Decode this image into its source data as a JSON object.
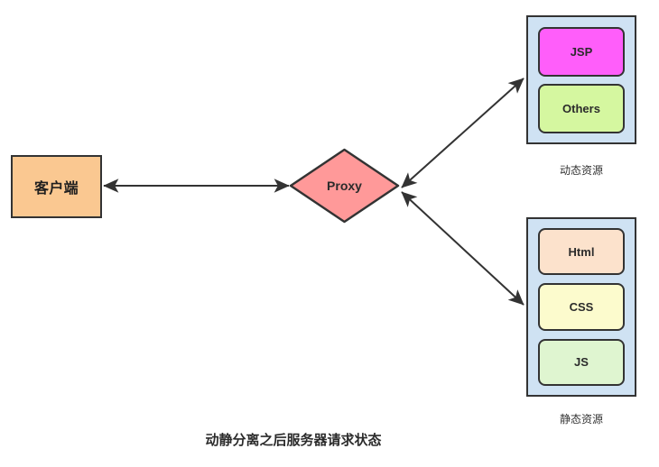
{
  "diagram": {
    "title": "动静分离之后服务器请求状态",
    "background_color": "#ffffff",
    "stroke_color": "#333333"
  },
  "nodes": {
    "client": {
      "label": "客户端",
      "shape": "rectangle",
      "fill": "#fac891"
    },
    "proxy": {
      "label": "Proxy",
      "shape": "diamond",
      "fill": "#ff9999"
    }
  },
  "groups": [
    {
      "id": "dynamic-resources",
      "caption": "动态资源",
      "fill": "#cfe2f3",
      "items": [
        {
          "label": "JSP",
          "fill": "#ff5efa"
        },
        {
          "label": "Others",
          "fill": "#d5f7a0"
        }
      ]
    },
    {
      "id": "static-resources",
      "caption": "静态资源",
      "fill": "#cfe2f3",
      "items": [
        {
          "label": "Html",
          "fill": "#fce2cc"
        },
        {
          "label": "CSS",
          "fill": "#fcfbcd"
        },
        {
          "label": "JS",
          "fill": "#dff5d0"
        }
      ]
    }
  ],
  "connectors": [
    {
      "id": "client-proxy",
      "from": "client",
      "to": "proxy",
      "arrow": "double"
    },
    {
      "id": "proxy-dynamic",
      "from": "proxy",
      "to": "dynamic-resources",
      "arrow": "double"
    },
    {
      "id": "proxy-static",
      "from": "proxy",
      "to": "static-resources",
      "arrow": "double"
    }
  ]
}
